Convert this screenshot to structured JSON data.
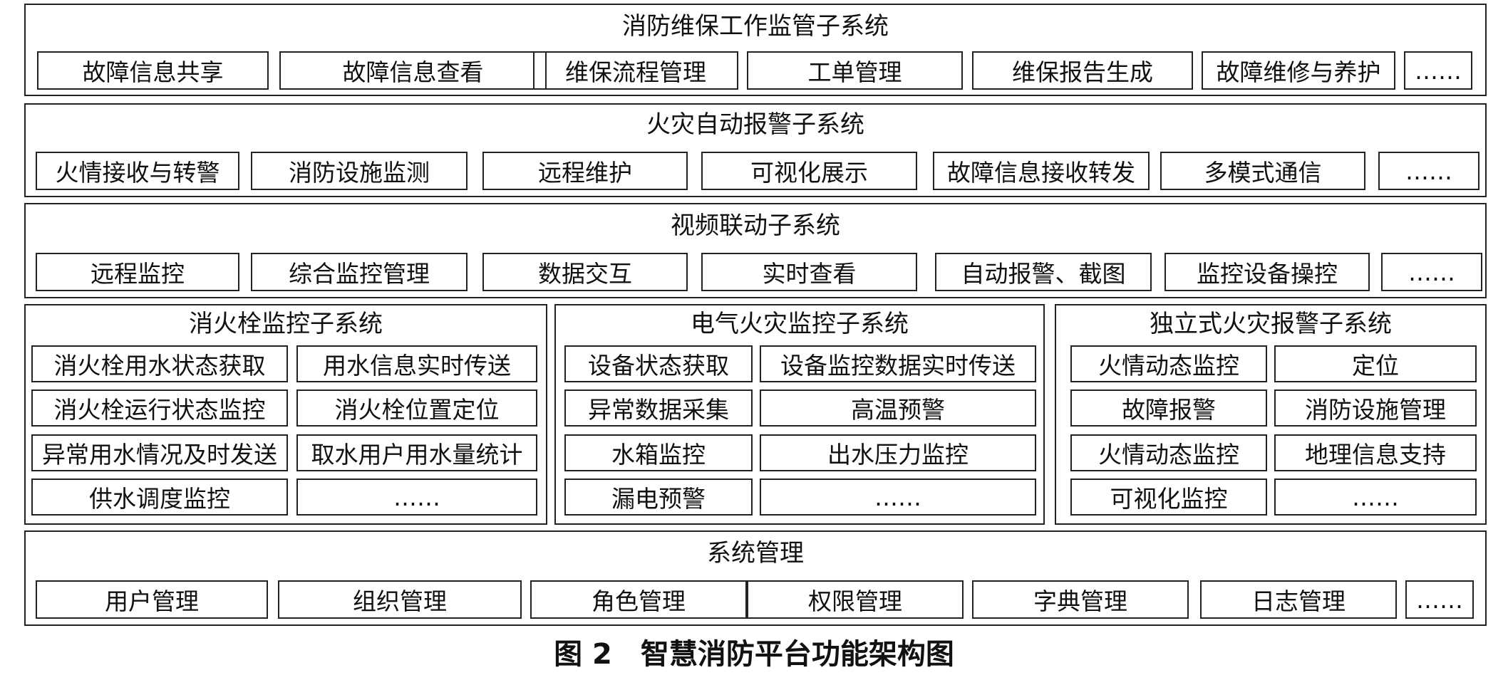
{
  "rows": [
    {
      "id": "maintenance",
      "title": "消防维保工作监管子系统",
      "items": [
        "故障信息共享",
        "故障信息查看",
        "维保流程管理",
        "工单管理",
        "维保报告生成",
        "故障维修与养护",
        "……"
      ]
    },
    {
      "id": "fire-alarm",
      "title": "火灾自动报警子系统",
      "items": [
        "火情接收与转警",
        "消防设施监测",
        "远程维护",
        "可视化展示",
        "故障信息接收转发",
        "多模式通信",
        "……"
      ]
    },
    {
      "id": "video",
      "title": "视频联动子系统",
      "items": [
        "远程监控",
        "综合监控管理",
        "数据交互",
        "实时查看",
        "自动报警、截图",
        "监控设备操控",
        "……"
      ]
    }
  ],
  "columns": [
    {
      "id": "hydrant",
      "title": "消火栓监控子系统",
      "items": [
        "消火栓用水状态获取",
        "用水信息实时传送",
        "消火栓运行状态监控",
        "消火栓位置定位",
        "异常用水情况及时发送",
        "取水用户用水量统计",
        "供水调度监控",
        "……"
      ]
    },
    {
      "id": "electrical",
      "title": "电气火灾监控子系统",
      "items": [
        "设备状态获取",
        "设备监控数据实时传送",
        "异常数据采集",
        "高温预警",
        "水箱监控",
        "出水压力监控",
        "漏电预警",
        "……"
      ]
    },
    {
      "id": "standalone",
      "title": "独立式火灾报警子系统",
      "items": [
        "火情动态监控",
        "定位",
        "故障报警",
        "消防设施管理",
        "火情动态监控",
        "地理信息支持",
        "可视化监控",
        "……"
      ]
    }
  ],
  "system": {
    "title": "系统管理",
    "items": [
      "用户管理",
      "组织管理",
      "角色管理",
      "权限管理",
      "字典管理",
      "日志管理",
      "……"
    ]
  },
  "caption": "图 2　智慧消防平台功能架构图"
}
